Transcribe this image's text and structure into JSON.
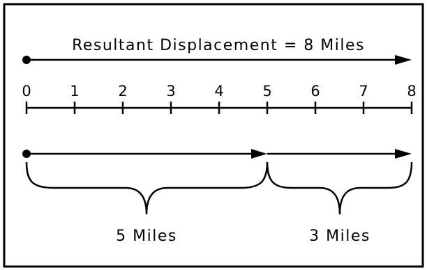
{
  "title": "Resultant Displacement = 8 Miles",
  "number_line": {
    "ticks": [
      "0",
      "1",
      "2",
      "3",
      "4",
      "5",
      "6",
      "7",
      "8"
    ]
  },
  "segments": [
    {
      "from": 0,
      "to": 5,
      "label": "5 Miles"
    },
    {
      "from": 5,
      "to": 8,
      "label": "3 Miles"
    }
  ],
  "resultant": {
    "from": 0,
    "to": 8
  }
}
